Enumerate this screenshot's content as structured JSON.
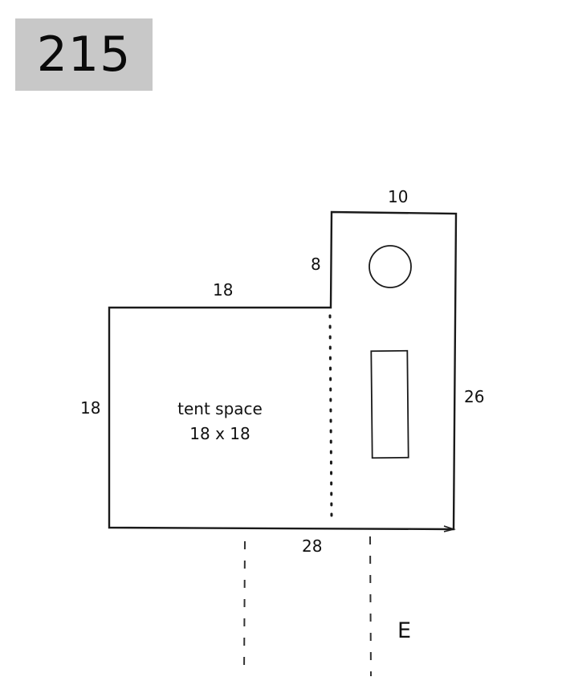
{
  "site": {
    "number": "215"
  },
  "dimensions": {
    "top_right": "10",
    "notch_vertical": "8",
    "top_left": "18",
    "left_side": "18",
    "right_side": "26",
    "bottom": "28"
  },
  "tent_space": {
    "label": "tent space",
    "size": "18 x 18"
  },
  "compass": {
    "direction": "E"
  },
  "colors": {
    "badge_background": "#c8c8c8",
    "line": "#1a1a1a"
  }
}
